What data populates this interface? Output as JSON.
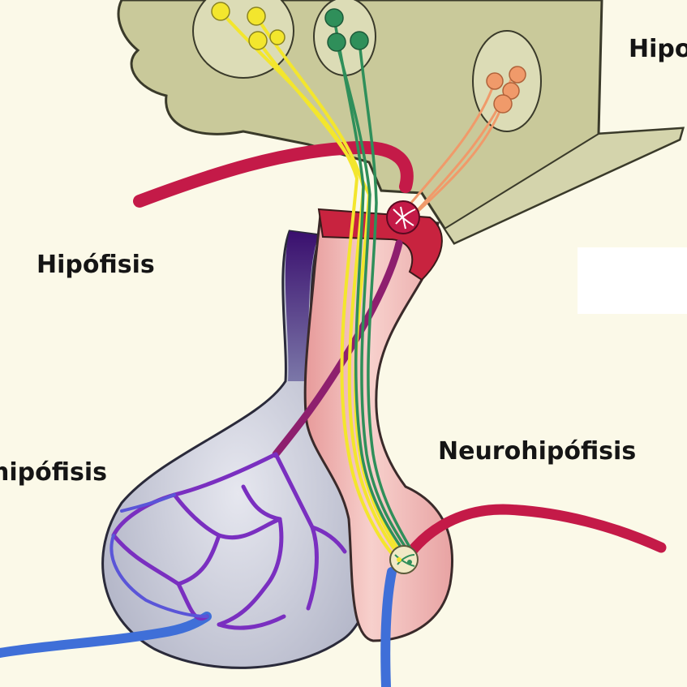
{
  "labels": {
    "hypothalamus_partial": "Hipo",
    "hipofisis": "Hipófisis",
    "adenohipofisis_partial": "hipófisis",
    "neurohipofisis": "Neurohipófisis"
  },
  "colors": {
    "background": "#fbf9e8",
    "hypothalamus_tissue": "#c9c99a",
    "neurohypophysis_tissue": "#f2b0ae",
    "adenohypophysis_tissue": "#c3c5d4",
    "artery": "#c41a48",
    "portal_vessels": "#7a2fc0",
    "vein": "#3f6fd8",
    "neurons_yellow": "#f3e62d",
    "neurons_green": "#2f8f5a",
    "neurons_orange": "#f09a6a",
    "label_text": "#151515"
  }
}
